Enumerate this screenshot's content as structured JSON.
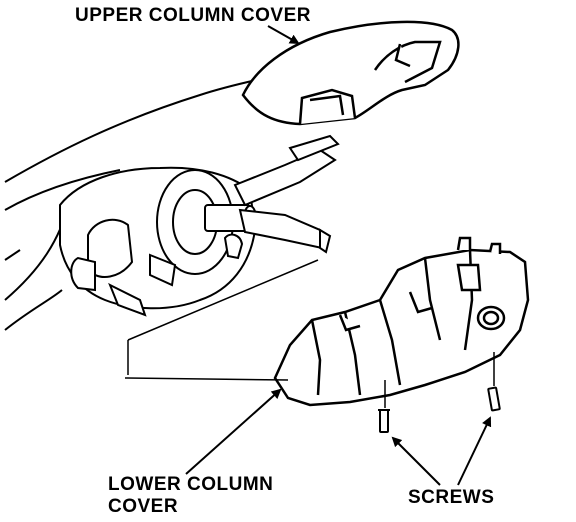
{
  "labels": {
    "upper_column_cover": "UPPER COLUMN COVER",
    "lower_column_cover_line1": "LOWER COLUMN",
    "lower_column_cover_line2": "COVER",
    "screws": "SCREWS"
  },
  "colors": {
    "ink": "#000000",
    "paper": "#ffffff"
  }
}
